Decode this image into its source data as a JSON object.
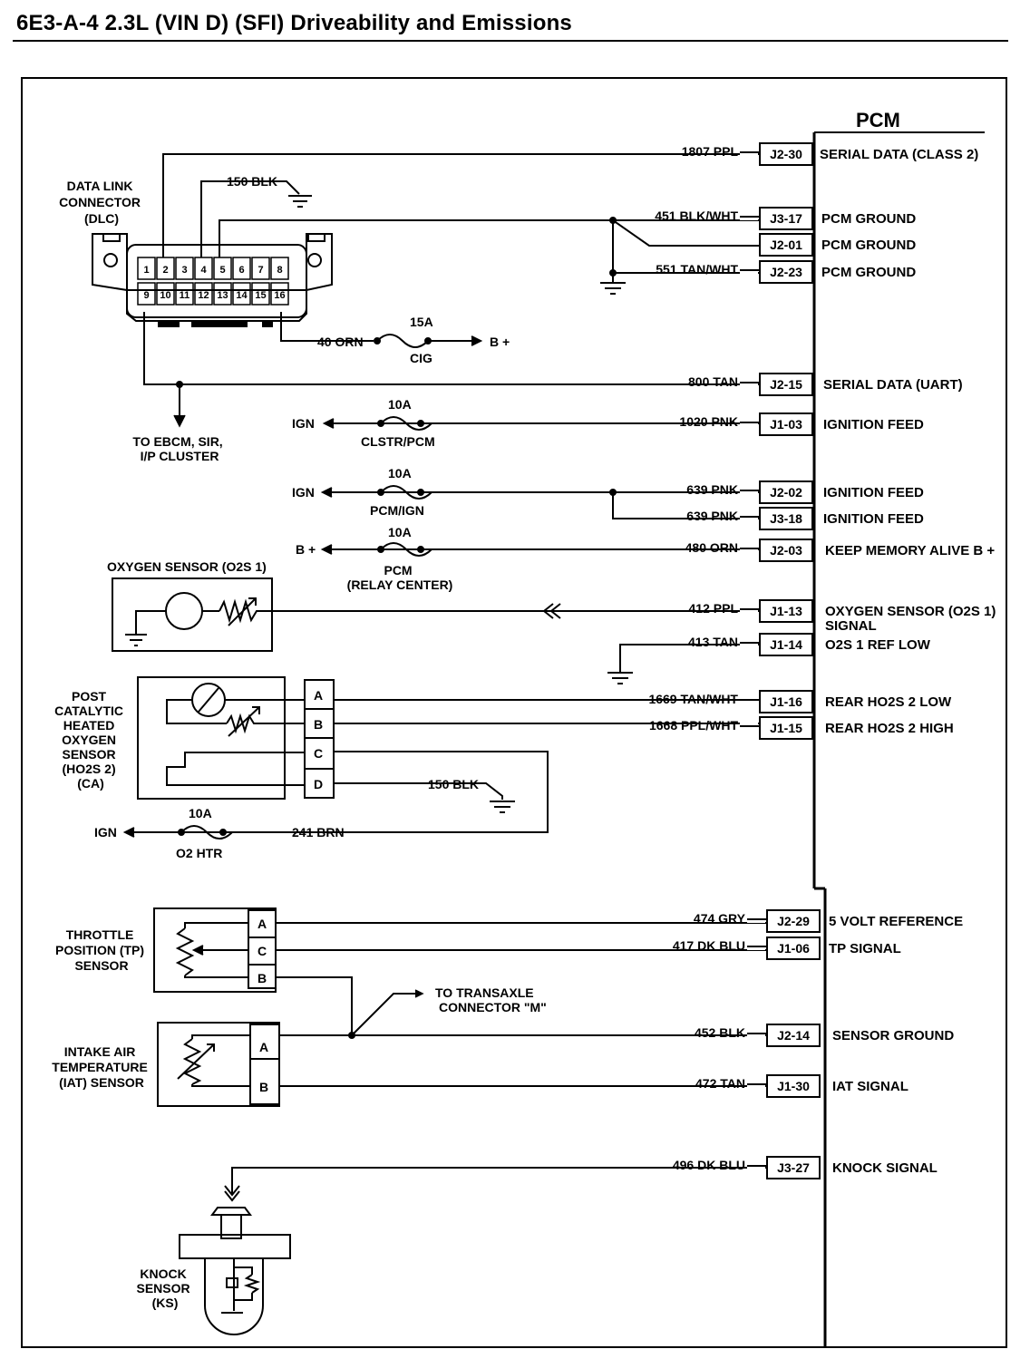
{
  "header": {
    "title": "6E3-A-4  2.3L  (VIN D)  (SFI)  Driveability and Emissions"
  },
  "pcm": {
    "title": "PCM"
  },
  "dlc": {
    "label": [
      "DATA LINK",
      "CONNECTOR",
      "(DLC)"
    ],
    "pins_top": [
      "1",
      "2",
      "3",
      "4",
      "5",
      "6",
      "7",
      "8"
    ],
    "pins_bottom": [
      "9",
      "10",
      "11",
      "12",
      "13",
      "14",
      "15",
      "16"
    ]
  },
  "circuits": [
    {
      "wire": "1807 PPL",
      "pin": "J2-30",
      "function": "SERIAL DATA (CLASS 2)"
    },
    {
      "wire": "451 BLK/WHT",
      "pin": "J3-17",
      "function": "PCM GROUND"
    },
    {
      "wire": "",
      "pin": "J2-01",
      "function": "PCM GROUND"
    },
    {
      "wire": "551 TAN/WHT",
      "pin": "J2-23",
      "function": "PCM GROUND"
    },
    {
      "wire": "800 TAN",
      "pin": "J2-15",
      "function": "SERIAL DATA (UART)"
    },
    {
      "wire": "1020 PNK",
      "pin": "J1-03",
      "function": "IGNITION FEED"
    },
    {
      "wire": "639 PNK",
      "pin": "J2-02",
      "function": "IGNITION FEED"
    },
    {
      "wire": "639 PNK",
      "pin": "J3-18",
      "function": "IGNITION FEED"
    },
    {
      "wire": "480 ORN",
      "pin": "J2-03",
      "function": "KEEP MEMORY ALIVE B +"
    },
    {
      "wire": "412 PPL",
      "pin": "J1-13",
      "function": "OXYGEN SENSOR (O2S 1)",
      "function2": "SIGNAL"
    },
    {
      "wire": "413 TAN",
      "pin": "J1-14",
      "function": "O2S 1 REF LOW"
    },
    {
      "wire": "1669 TAN/WHT",
      "pin": "J1-16",
      "function": "REAR HO2S 2 LOW"
    },
    {
      "wire": "1668 PPL/WHT",
      "pin": "J1-15",
      "function": "REAR HO2S 2 HIGH"
    },
    {
      "wire": "474 GRY",
      "pin": "J2-29",
      "function": "5 VOLT REFERENCE"
    },
    {
      "wire": "417 DK BLU",
      "pin": "J1-06",
      "function": "TP SIGNAL"
    },
    {
      "wire": "452 BLK",
      "pin": "J2-14",
      "function": "SENSOR GROUND"
    },
    {
      "wire": "472 TAN",
      "pin": "J1-30",
      "function": "IAT SIGNAL"
    },
    {
      "wire": "496 DK BLU",
      "pin": "J3-27",
      "function": "KNOCK SIGNAL"
    }
  ],
  "dlc_wires": {
    "ground": "150 BLK",
    "battery": "40 ORN",
    "battery_fuse": "15A",
    "battery_fuse_name": "CIG",
    "battery_target": "B +",
    "other_modules": [
      "TO EBCM, SIR,",
      "I/P CLUSTER"
    ]
  },
  "fuses": [
    {
      "source": "IGN",
      "rating": "10A",
      "name": [
        "CLSTR/PCM"
      ]
    },
    {
      "source": "IGN",
      "rating": "10A",
      "name": [
        "PCM/IGN"
      ]
    },
    {
      "source": "B +",
      "rating": "10A",
      "name": [
        "PCM",
        "(RELAY CENTER)"
      ]
    },
    {
      "source": "IGN",
      "rating": "10A",
      "name": [
        "O2 HTR"
      ],
      "wire": "241 BRN"
    }
  ],
  "o2s1": {
    "label": "OXYGEN SENSOR (O2S 1)"
  },
  "ho2s2": {
    "label": [
      "POST",
      "CATALYTIC",
      "HEATED",
      "OXYGEN",
      "SENSOR",
      "(HO2S 2)",
      "(CA)"
    ],
    "pins": [
      "A",
      "B",
      "C",
      "D"
    ],
    "ground_wire": "150 BLK"
  },
  "tp": {
    "label": [
      "THROTTLE",
      "POSITION (TP)",
      "SENSOR"
    ],
    "pins": [
      "A",
      "C",
      "B"
    ]
  },
  "iat": {
    "label": [
      "INTAKE AIR",
      "TEMPERATURE",
      "(IAT) SENSOR"
    ],
    "pins": [
      "A",
      "B"
    ]
  },
  "transaxle": {
    "label": [
      "TO TRANSAXLE",
      "CONNECTOR \"M\""
    ]
  },
  "knock": {
    "label": [
      "KNOCK",
      "SENSOR",
      "(KS)"
    ]
  }
}
